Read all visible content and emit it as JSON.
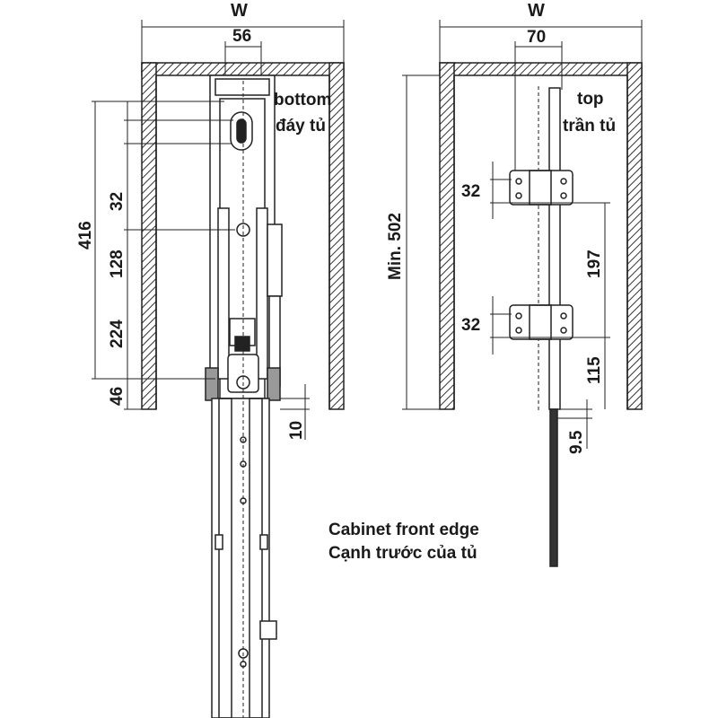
{
  "left_view": {
    "width_label": "W",
    "inner_width_label": "56",
    "bottom_label_en": "bottom",
    "bottom_label_vi": "đáy tủ",
    "dims": {
      "overall": "416",
      "d32": "32",
      "d128": "128",
      "d224": "224",
      "d46": "46",
      "d10": "10"
    }
  },
  "right_view": {
    "width_label": "W",
    "inner_width_label": "70",
    "top_label_en": "top",
    "top_label_vi": "trần tủ",
    "dims": {
      "min_height": "Min. 502",
      "d32_upper": "32",
      "d197": "197",
      "d32_lower": "32",
      "d115": "115",
      "d9_5": "9.5"
    },
    "front_edge_en": "Cabinet front edge",
    "front_edge_vi": "Cạnh trước của tủ"
  }
}
